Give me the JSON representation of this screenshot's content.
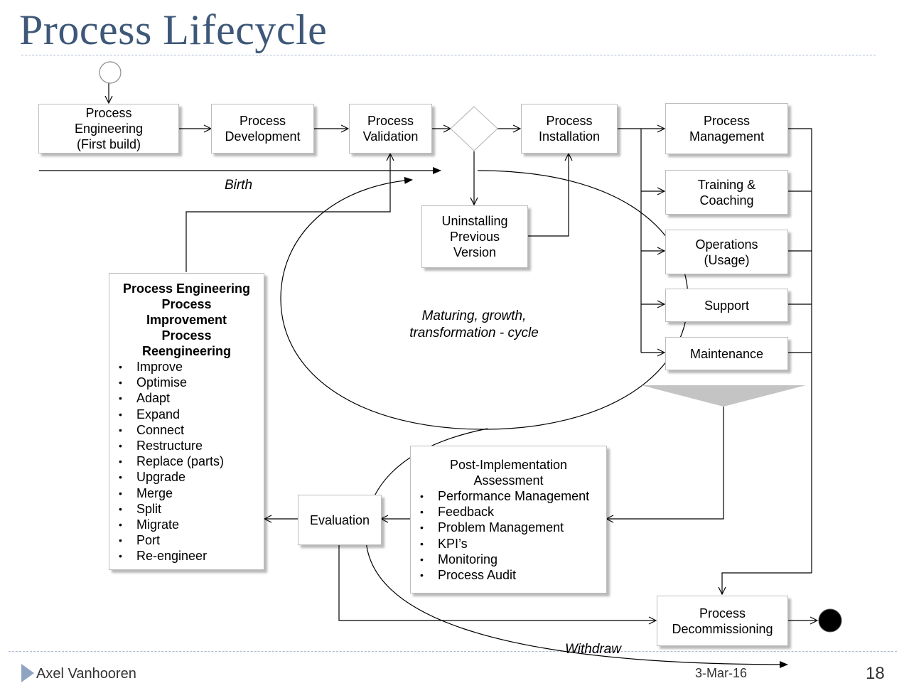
{
  "title": "Process Lifecycle",
  "footer": {
    "author": "Axel Vanhooren",
    "date": "3-Mar-16",
    "page": "18"
  },
  "boxes": {
    "engineering": [
      "Process",
      "Engineering",
      "(First build)"
    ],
    "development": [
      "Process",
      "Development"
    ],
    "validation": [
      "Process",
      "Validation"
    ],
    "installation": [
      "Process",
      "Installation"
    ],
    "uninstalling": [
      "Uninstalling",
      "Previous",
      "Version"
    ],
    "management": [
      "Process",
      "Management"
    ],
    "training": [
      "Training &",
      "Coaching"
    ],
    "operations": [
      "Operations",
      "(Usage)"
    ],
    "support": "Support",
    "maintenance": "Maintenance",
    "evaluation": "Evaluation",
    "decommissioning": [
      "Process",
      "Decommissioning"
    ]
  },
  "improvement": {
    "heading": [
      "Process Engineering",
      "Process",
      "Improvement",
      "Process",
      "Reengineering"
    ],
    "items": [
      "Improve",
      "Optimise",
      "Adapt",
      "Expand",
      "Connect",
      "Restructure",
      "Replace (parts)",
      "Upgrade",
      "Merge",
      "Split",
      "Migrate",
      "Port",
      "Re-engineer"
    ]
  },
  "assessment": {
    "heading": [
      "Post-Implementation",
      "Assessment"
    ],
    "items": [
      "Performance Management",
      "Feedback",
      "Problem Management",
      "KPI’s",
      "Monitoring",
      "Process Audit"
    ]
  },
  "labels": {
    "birth": "Birth",
    "cycle": [
      "Maturing, growth,",
      "transformation - cycle"
    ],
    "withdraw": "Withdraw"
  }
}
